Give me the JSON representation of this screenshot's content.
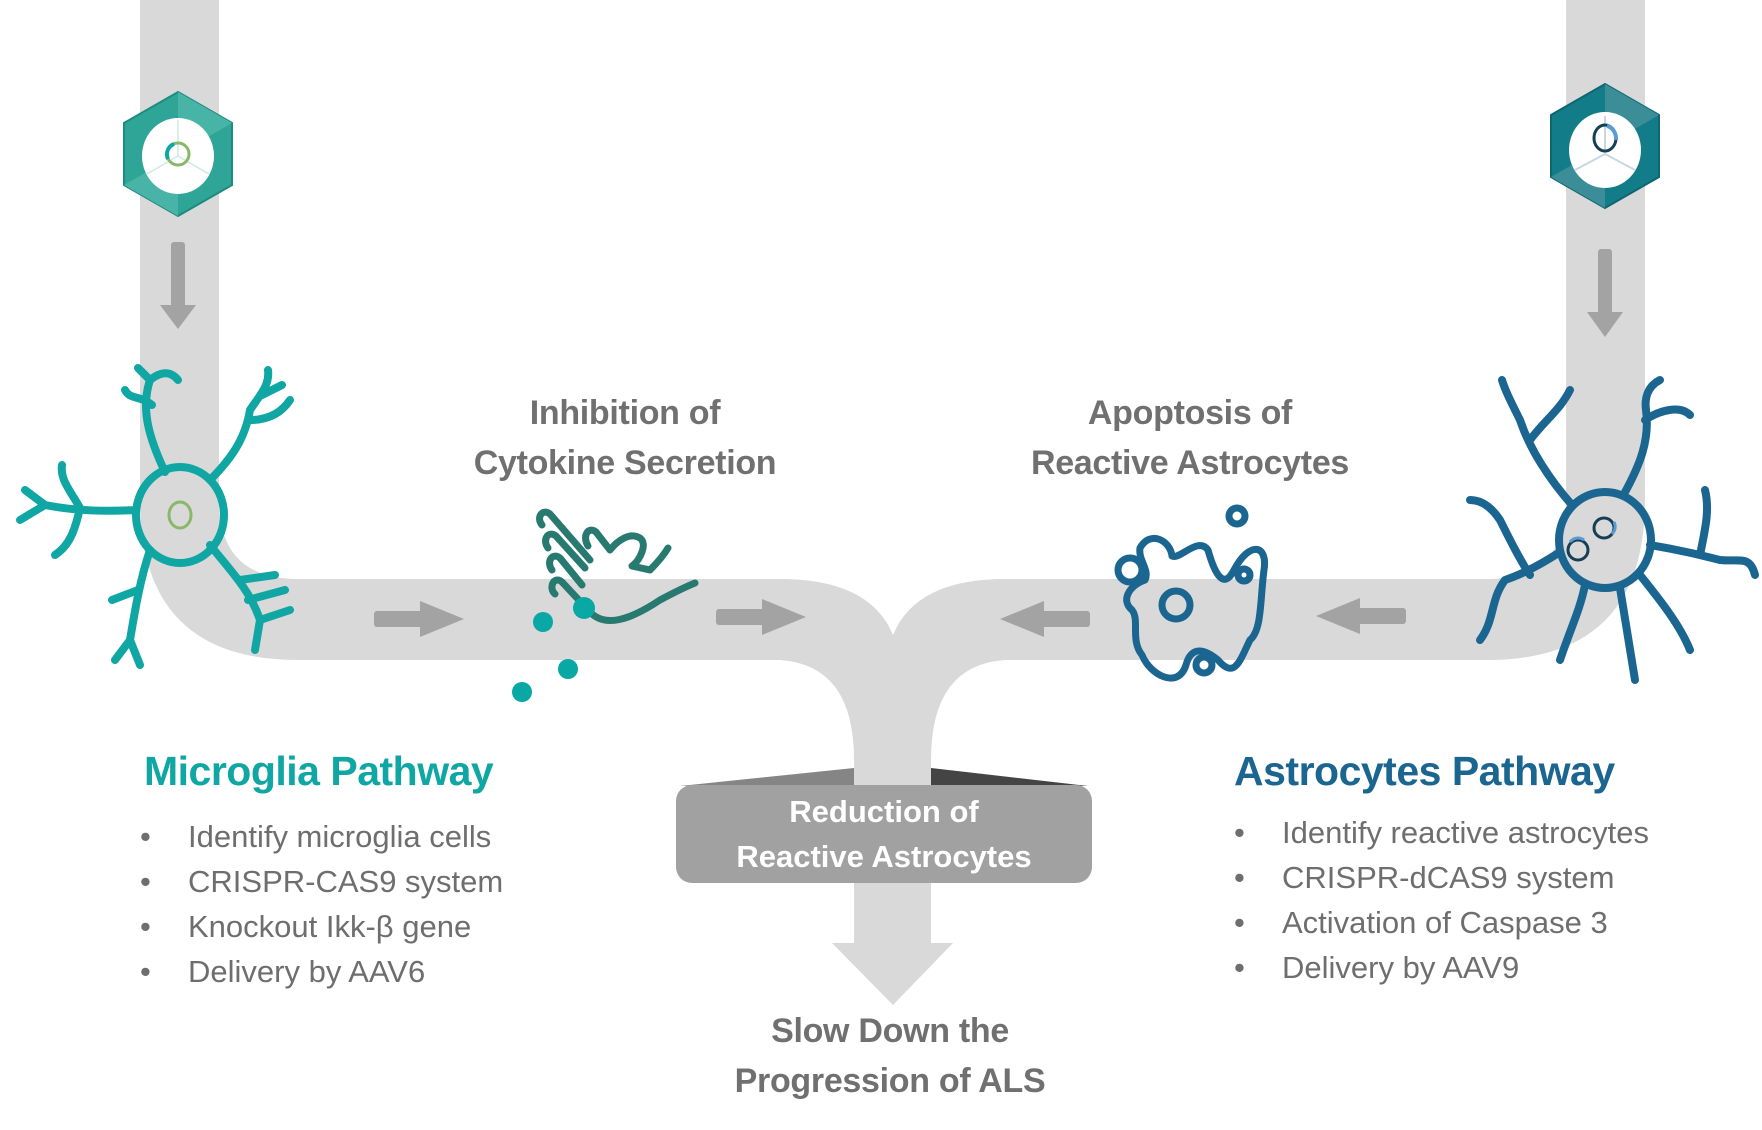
{
  "colors": {
    "microglia": "#0fa6a3",
    "astrocyte": "#1b6591",
    "pipe": "#d9d9d9",
    "arrow": "#a3a3a3",
    "text_gray": "#6e6e6e",
    "hand": "#28796f",
    "box": "#a1a1a1"
  },
  "left_vector": {
    "icon": "aav-capsid-icon",
    "variant": "AAV6"
  },
  "right_vector": {
    "icon": "aav-capsid-icon",
    "variant": "AAV9"
  },
  "steps": {
    "cytokine": {
      "line1": "Inhibition of",
      "line2": "Cytokine Secretion",
      "icon": "hand-stop-icon"
    },
    "apoptosis": {
      "line1": "Apoptosis of",
      "line2": "Reactive Astrocytes",
      "icon": "apoptotic-cell-icon"
    },
    "reduction": {
      "line1": "Reduction of",
      "line2": "Reactive Astrocytes"
    },
    "outcome": {
      "line1": "Slow Down the",
      "line2": "Progression of ALS"
    }
  },
  "microglia_pathway": {
    "title": "Microglia Pathway",
    "items": [
      "Identify microglia cells",
      "CRISPR-CAS9 system",
      "Knockout Ikk-β gene",
      "Delivery by AAV6"
    ]
  },
  "astrocytes_pathway": {
    "title": "Astrocytes Pathway",
    "items": [
      "Identify reactive astrocytes",
      "CRISPR-dCAS9 system",
      "Activation of Caspase 3",
      "Delivery by AAV9"
    ]
  }
}
